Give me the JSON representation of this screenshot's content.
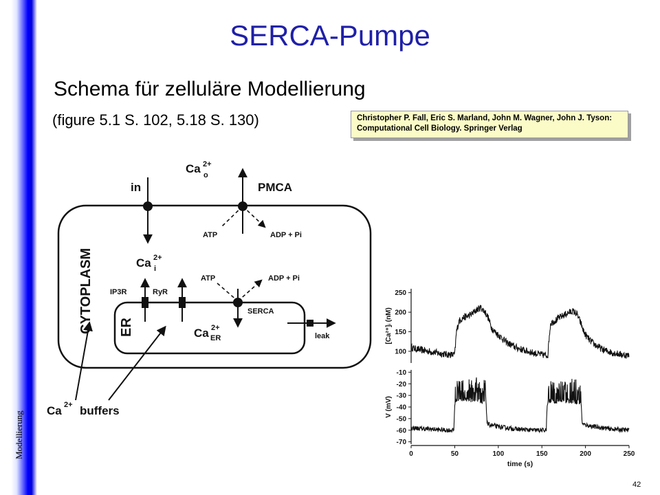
{
  "slide": {
    "title": "SERCA-Pumpe",
    "subtitle": "Schema für zelluläre Modellierung",
    "reference": "(figure 5.1 S. 102, 5.18 S. 130)",
    "citation": "Christopher P. Fall, Eric S. Marland, John M. Wagner, John J. Tyson: Computational Cell Biology. Springer Verlag",
    "side_label": "Modellierung",
    "page_number": "42"
  },
  "diagram": {
    "ca_o": "Ca",
    "ca_o_sup": "2+",
    "ca_o_sub": "o",
    "in": "in",
    "pmca": "PMCA",
    "atp_top": "ATP",
    "adp_top": "ADP + Pi",
    "cytoplasm": "CYTOPLASM",
    "ca_i": "Ca",
    "ca_i_sup": "2+",
    "ca_i_sub": "i",
    "ip3r": "IP3R",
    "ryr": "RyR",
    "atp_serca": "ATP",
    "adp_serca": "ADP + Pi",
    "serca": "SERCA",
    "er": "ER",
    "ca_er": "Ca",
    "ca_er_sup": "2+",
    "ca_er_sub": "ER",
    "leak": "leak",
    "buffers_ca": "Ca",
    "buffers_sup": "2+",
    "buffers": "buffers"
  },
  "chart_data": [
    {
      "type": "line",
      "ylabel": "[Ca²⁺]ᵢ (nM)",
      "yticks": [
        100,
        150,
        200,
        250
      ],
      "ylim": [
        70,
        260
      ],
      "xlim": [
        0,
        250
      ],
      "series": [
        {
          "x": [
            0,
            5,
            10,
            20,
            30,
            40,
            48,
            50,
            52,
            55,
            60,
            65,
            70,
            75,
            80,
            85,
            88,
            90,
            92,
            95,
            100,
            110,
            120,
            130,
            140,
            150,
            155,
            157,
            158,
            160,
            165,
            170,
            175,
            180,
            185,
            190,
            195,
            198,
            200,
            205,
            210,
            220,
            230,
            240,
            250
          ],
          "y": [
            110,
            106,
            104,
            100,
            96,
            92,
            91,
            92,
            150,
            178,
            186,
            190,
            196,
            206,
            212,
            200,
            188,
            175,
            162,
            152,
            142,
            122,
            110,
            102,
            96,
            91,
            90,
            91,
            128,
            172,
            178,
            186,
            192,
            198,
            203,
            196,
            170,
            150,
            142,
            128,
            118,
            104,
            97,
            92,
            89
          ],
          "noise": 9
        }
      ]
    },
    {
      "type": "line",
      "xlabel": "time (s)",
      "ylabel": "V (mV)",
      "xticks": [
        0,
        50,
        100,
        150,
        200,
        250
      ],
      "yticks": [
        -10,
        -20,
        -30,
        -40,
        -50,
        -60,
        -70
      ],
      "ylim": [
        -72,
        -8
      ],
      "xlim": [
        0,
        250
      ],
      "series": [
        {
          "x": [
            0,
            20,
            40,
            49,
            50,
            51,
            60,
            70,
            80,
            86,
            87,
            88,
            100,
            120,
            140,
            155,
            156,
            157,
            165,
            175,
            185,
            195,
            196,
            197,
            210,
            230,
            250
          ],
          "y": [
            -58,
            -59,
            -60,
            -60,
            -38,
            -34,
            -34,
            -34,
            -35,
            -36,
            -52,
            -55,
            -57,
            -59,
            -60,
            -60,
            -40,
            -35,
            -35,
            -35,
            -35,
            -36,
            -52,
            -55,
            -57,
            -59,
            -60
          ],
          "spikes": [
            [
              50,
              86,
              -15
            ],
            [
              156,
              195,
              -16
            ]
          ],
          "noise": 2
        }
      ]
    }
  ]
}
